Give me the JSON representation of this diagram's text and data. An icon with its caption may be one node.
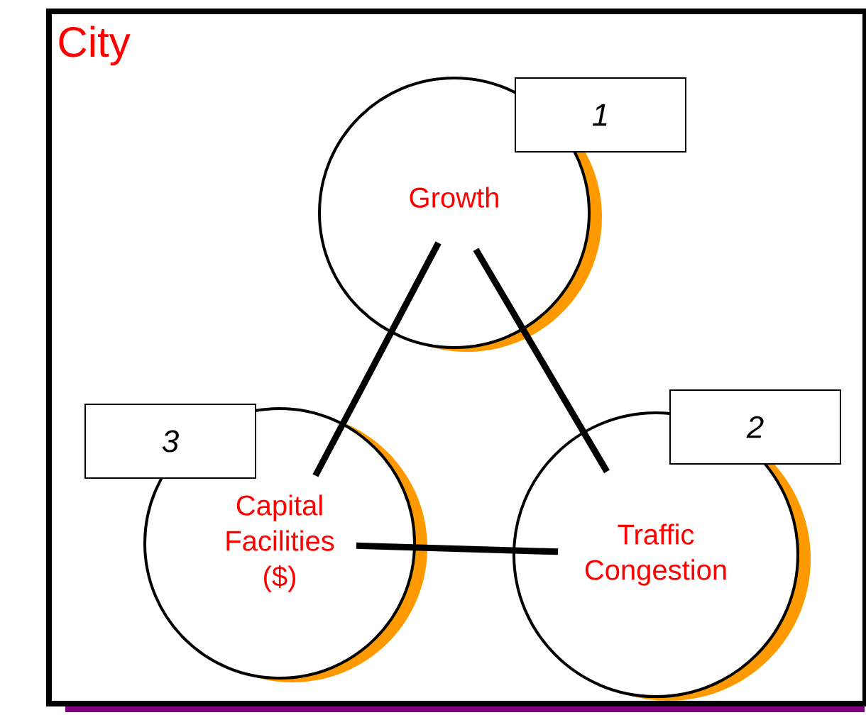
{
  "diagram": {
    "nodes": [
      {
        "text": [
          "City"
        ]
      },
      {
        "text": [
          "Growth"
        ],
        "in": 0
      },
      {
        "text": [
          "Capital Facilities ($)"
        ],
        "in": 0
      },
      {
        "text": [
          "Traffic Congestion"
        ],
        "in": 0
      },
      {
        "text": [
          "1"
        ],
        "in": 0
      },
      {
        "text": [
          "2"
        ],
        "in": 0
      },
      {
        "text": [
          "3"
        ],
        "in": 0
      }
    ],
    "edges": [
      {
        "from": 1,
        "to": 2,
        "arrow": "none"
      },
      {
        "from": 1,
        "to": 3,
        "arrow": "none"
      },
      {
        "from": 2,
        "to": 3,
        "arrow": "none"
      }
    ]
  }
}
